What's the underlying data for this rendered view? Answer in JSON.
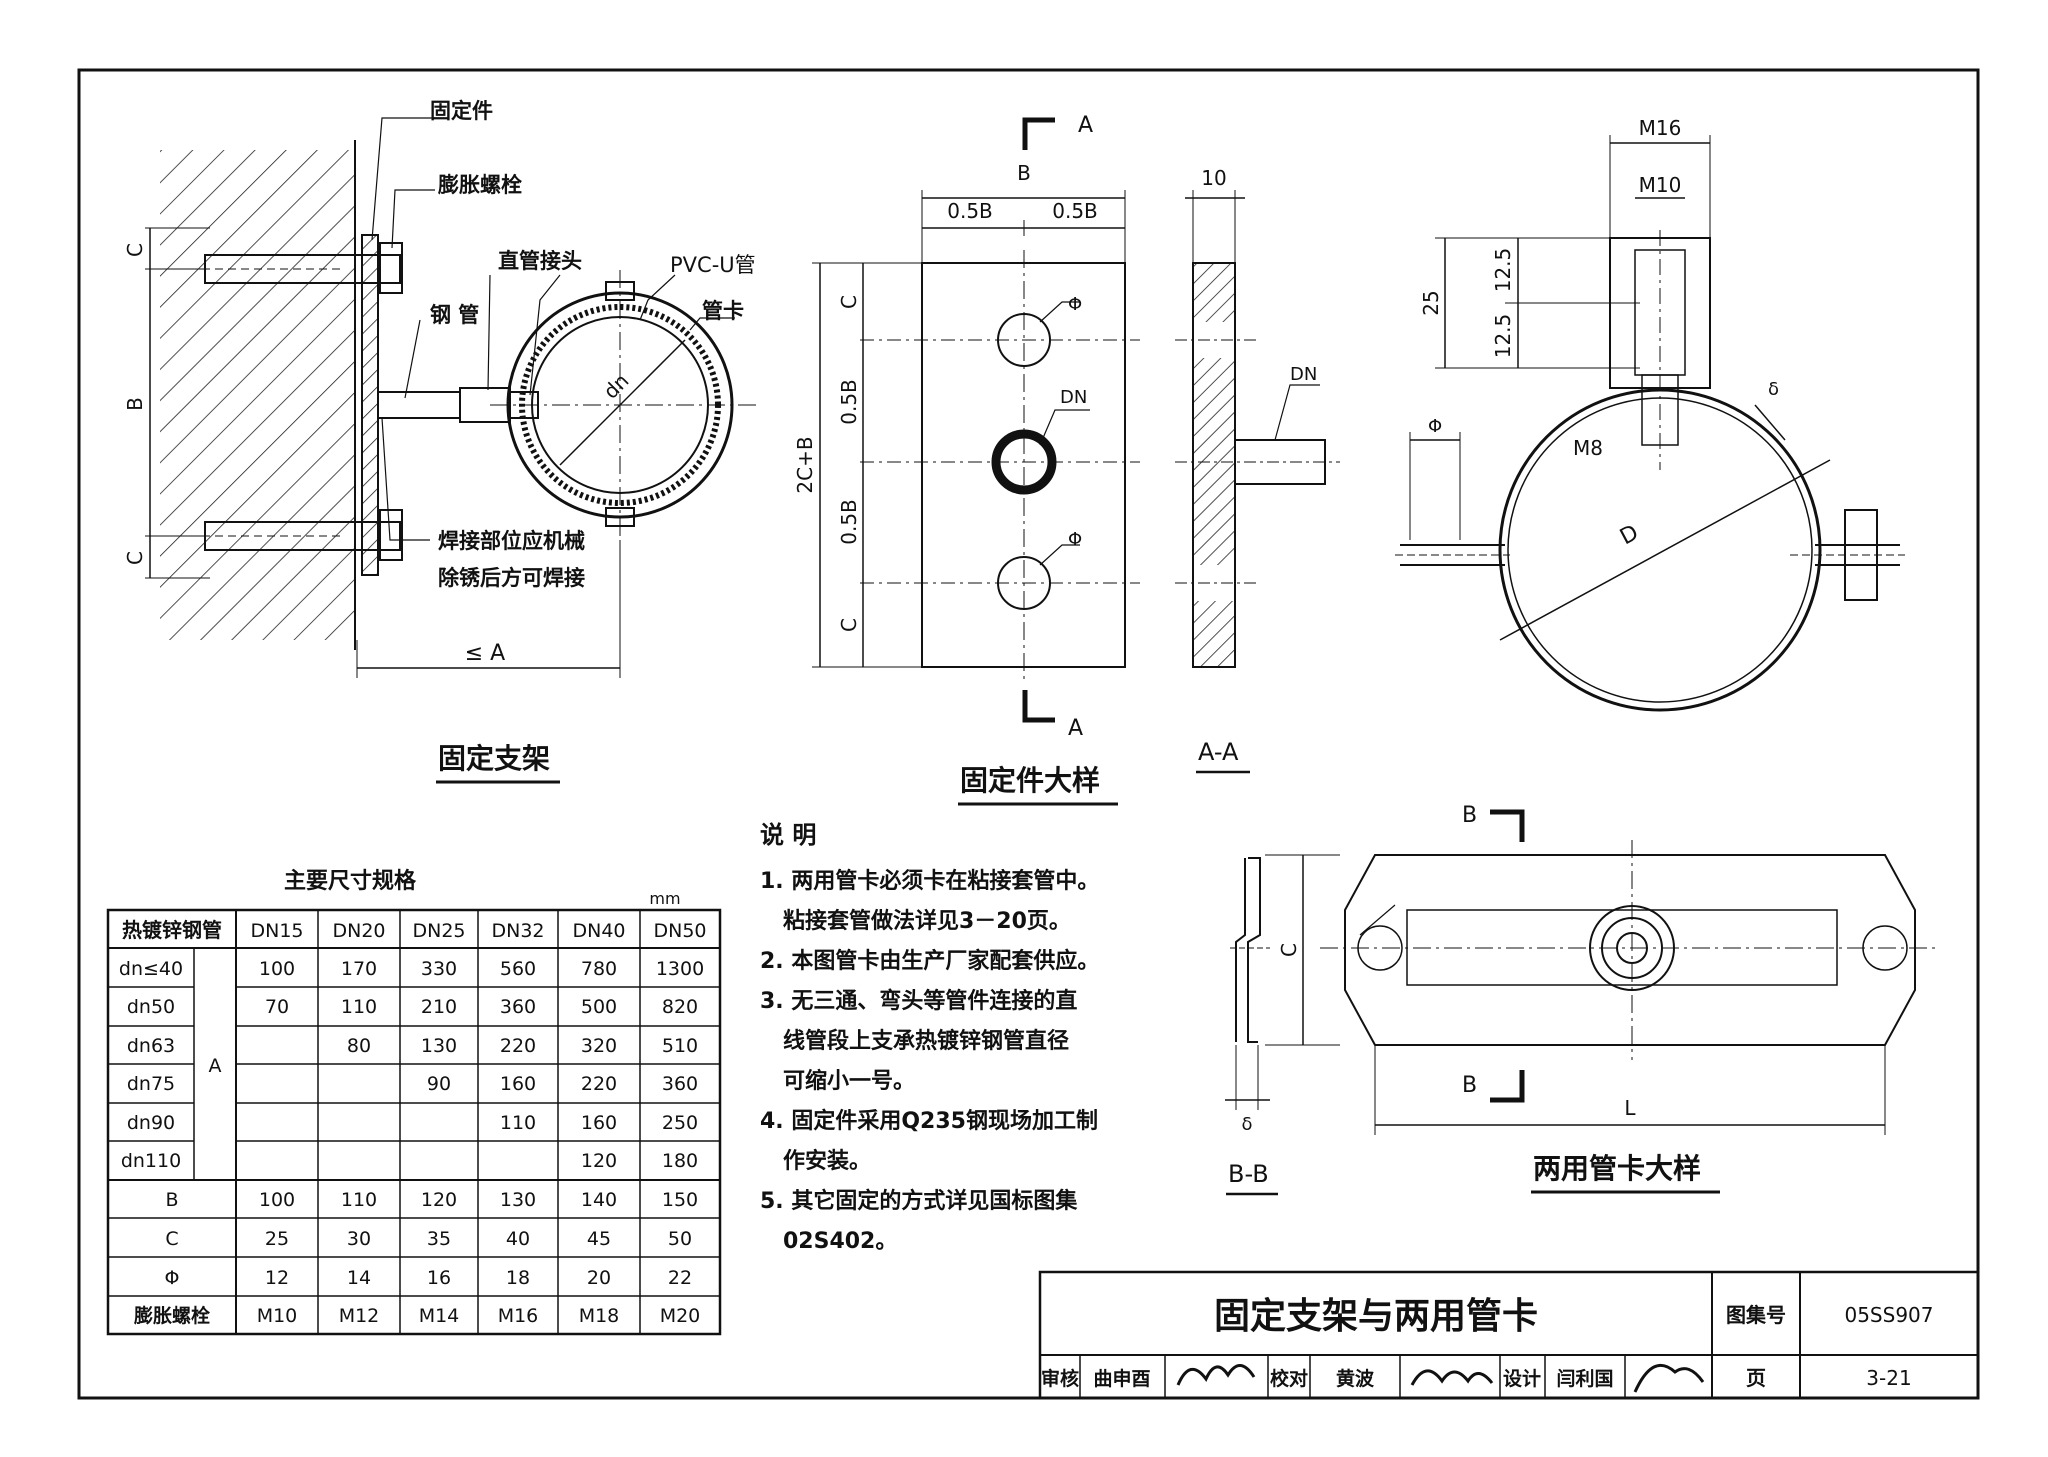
{
  "left_view": {
    "labels": {
      "fixing_part": "固定件",
      "expansion_bolt": "膨胀螺栓",
      "straight_joint": "直管接头",
      "pvc_pipe": "PVC-U管",
      "steel_pipe": "钢 管",
      "pipe_clamp": "管卡",
      "weld_note_1": "焊接部位应机械",
      "weld_note_2": "除锈后方可焊接"
    },
    "dims": {
      "c_top": "C",
      "b": "B",
      "c_bottom": "C",
      "a": "≤ A",
      "dn": "dn"
    },
    "title": "固定支架"
  },
  "fixing_detail": {
    "section_marks": [
      "A",
      "A"
    ],
    "dims": {
      "b": "B",
      "half_left": "0.5B",
      "half_right": "0.5B",
      "total": "2C+B",
      "c1": "C",
      "half1": "0.5B",
      "half2": "0.5B",
      "c2": "C",
      "phi1": "Φ",
      "phi2": "Φ",
      "dn": "DN"
    },
    "title": "固定件大样"
  },
  "section_aa": {
    "dim": "10",
    "dn": "DN",
    "title": "A-A"
  },
  "clamp_view": {
    "dims": {
      "m16": "M16",
      "m10": "M10",
      "d25": "25",
      "d125a": "12.5",
      "d125b": "12.5",
      "m8": "M8",
      "phi": "Φ",
      "delta": "δ",
      "d": "D"
    }
  },
  "clamp_detail": {
    "section_marks": [
      "B",
      "B"
    ],
    "dims": {
      "c": "C",
      "l": "L",
      "delta": "δ"
    },
    "section_title": "B-B",
    "title": "两用管卡大样"
  },
  "table": {
    "caption": "主要尺寸规格",
    "unit": "mm",
    "header": [
      "热镀锌钢管",
      "DN15",
      "DN20",
      "DN25",
      "DN32",
      "DN40",
      "DN50"
    ],
    "merged_label": "A",
    "a_rows": [
      {
        "label": "dn≤40",
        "cells": [
          "100",
          "170",
          "330",
          "560",
          "780",
          "1300"
        ]
      },
      {
        "label": "dn50",
        "cells": [
          "70",
          "110",
          "210",
          "360",
          "500",
          "820"
        ]
      },
      {
        "label": "dn63",
        "cells": [
          "",
          "80",
          "130",
          "220",
          "320",
          "510"
        ]
      },
      {
        "label": "dn75",
        "cells": [
          "",
          "",
          "90",
          "160",
          "220",
          "360"
        ]
      },
      {
        "label": "dn90",
        "cells": [
          "",
          "",
          "",
          "110",
          "160",
          "250"
        ]
      },
      {
        "label": "dn110",
        "cells": [
          "",
          "",
          "",
          "",
          "120",
          "180"
        ]
      }
    ],
    "other_rows": [
      {
        "label": "B",
        "cells": [
          "100",
          "110",
          "120",
          "130",
          "140",
          "150"
        ]
      },
      {
        "label": "C",
        "cells": [
          "25",
          "30",
          "35",
          "40",
          "45",
          "50"
        ]
      },
      {
        "label": "Φ",
        "cells": [
          "12",
          "14",
          "16",
          "18",
          "20",
          "22"
        ]
      },
      {
        "label": "膨胀螺栓",
        "cells": [
          "M10",
          "M12",
          "M14",
          "M16",
          "M18",
          "M20"
        ]
      }
    ]
  },
  "notes": {
    "heading": "说 明",
    "lines": [
      "1. 两用管卡必须卡在粘接套管中。",
      "   粘接套管做法详见3－20页。",
      "2. 本图管卡由生产厂家配套供应。",
      "3. 无三通、弯头等管件连接的直",
      "   线管段上支承热镀锌钢管直径",
      "   可缩小一号。",
      "4. 固定件采用Q235钢现场加工制",
      "   作安装。",
      "5. 其它固定的方式详见国标图集",
      "   02S402。"
    ]
  },
  "title_block": {
    "title": "固定支架与两用管卡",
    "atlas_label": "图集号",
    "atlas_no": "05SS907",
    "page_label": "页",
    "page_no": "3-21",
    "review_label": "审核",
    "reviewer": "曲申酉",
    "check_label": "校对",
    "checker": "黄波",
    "design_label": "设计",
    "designer": "闫利国"
  }
}
